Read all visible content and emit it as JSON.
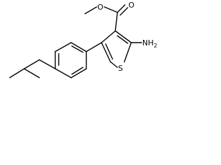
{
  "molecule": {
    "labels": {
      "carbonyl_oxygen": "O",
      "ester_oxygen": "O",
      "amino": "NH",
      "amino_subscript": "2",
      "ring_sulfur": "S"
    }
  }
}
